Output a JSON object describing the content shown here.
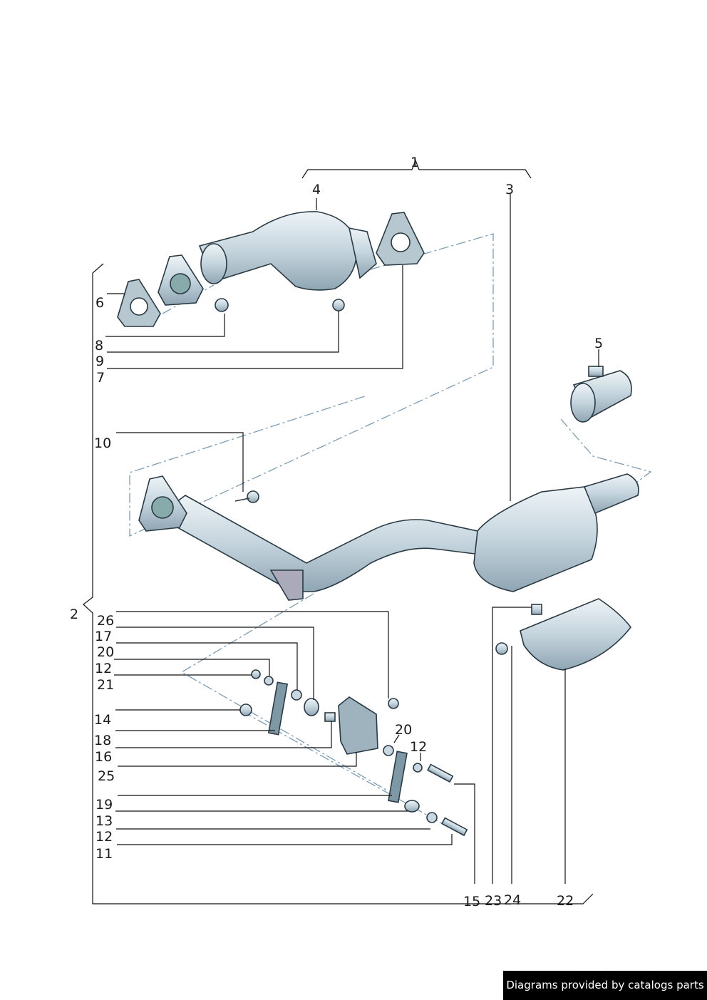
{
  "labels": {
    "l1": "1",
    "l2": "2",
    "l3": "3",
    "l4": "4",
    "l5": "5",
    "l6": "6",
    "l7": "7",
    "l8": "8",
    "l9": "9",
    "l10": "10",
    "l11": "11",
    "l12a": "12",
    "l12b": "12",
    "l12c": "12",
    "l13": "13",
    "l14": "14",
    "l15": "15",
    "l16": "16",
    "l17": "17",
    "l18": "18",
    "l19": "19",
    "l20a": "20",
    "l20b": "20",
    "l21": "21",
    "l22": "22",
    "l23": "23",
    "l24": "24",
    "l25": "25",
    "l26": "26"
  },
  "footer": {
    "credit": "Diagrams provided by catalogs parts"
  },
  "colors": {
    "part_fill": "#c9d8e0",
    "dash": "#7d9cb3",
    "badge": "#000000"
  }
}
